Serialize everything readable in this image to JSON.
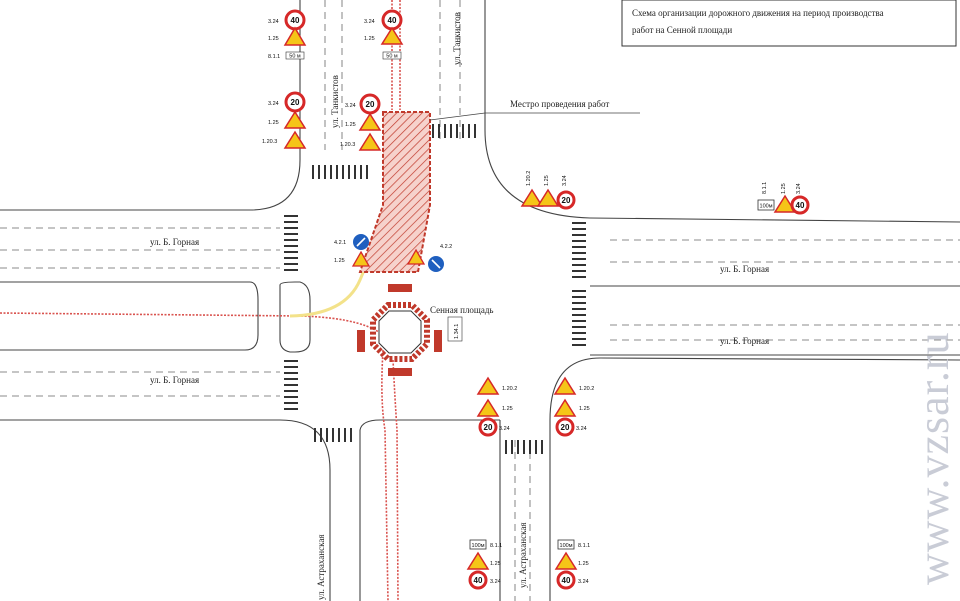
{
  "legend": {
    "title_line1": "Схема организации дорожного движения на период производства",
    "title_line2": "работ на Сенной площади"
  },
  "labels": {
    "work_site": "Местро проведения работ",
    "square": "Сенная площадь",
    "sign_square": "1.34.1",
    "street_tankistov_1": "ул. Танкистов",
    "street_tankistov_2": "ул. Танкистов",
    "street_gornaya_1": "ул. Б. Горная",
    "street_gornaya_2": "ул. Б. Горная",
    "street_gornaya_3": "ул. Б. Горная",
    "street_gornaya_4": "ул. Б. Горная",
    "street_astrakhanskaya_1": "ул. Астраханская",
    "street_astrakhanskaya_2": "ул. Астраханская"
  },
  "signs": {
    "speed_40": "40",
    "speed_20": "20",
    "plate_100m": "100м",
    "plate_50m": "50 м",
    "code_3_24": "3.24",
    "code_1_25": "1.25",
    "code_1_20_2": "1.20.2",
    "code_1_20_3": "1.20.3",
    "code_8_1_1": "8.1.1",
    "code_4_2_1": "4.2.1",
    "code_4_2_2": "4.2.2",
    "code_1_34_1": "1.34.1"
  },
  "watermark": "www.vzsar.ru",
  "colors": {
    "road_line": "#444444",
    "tram_track": "#d9534f",
    "work_zone": "#c0392b",
    "sign_yellow": "#f5c518",
    "sign_red": "#d62828",
    "sign_blue": "#1f5fbf",
    "detour_path": "#f3e28a"
  }
}
